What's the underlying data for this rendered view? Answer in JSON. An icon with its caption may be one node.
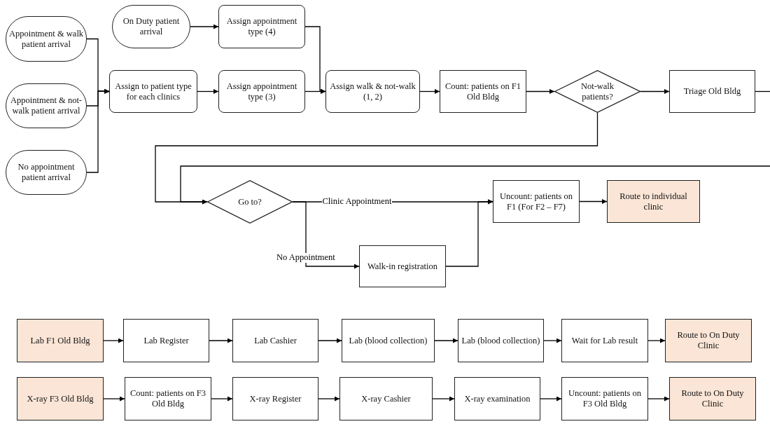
{
  "diagram": {
    "nodes": [
      {
        "text": [
          "Appointment & walk patient arrival"
        ]
      },
      {
        "text": [
          "Appointment & not-walk patient arrival"
        ]
      },
      {
        "text": [
          "No appointment patient arrival"
        ]
      },
      {
        "text": [
          "On Duty patient arrival"
        ]
      },
      {
        "text": [
          "Assign appointment type (4)"
        ]
      },
      {
        "text": [
          "Assign to patient type for each clinics"
        ]
      },
      {
        "text": [
          "Assign appointment type (3)"
        ]
      },
      {
        "text": [
          "Assign walk & not-walk (1, 2)"
        ]
      },
      {
        "text": [
          "Count: patients on F1 Old Bldg"
        ]
      },
      {
        "text": [
          "Not-walk patients?"
        ]
      },
      {
        "text": [
          "Triage Old Bldg"
        ]
      },
      {
        "text": [
          "Go to?"
        ]
      },
      {
        "text": [
          "Uncount: patients on F1 (For F2 – F7)"
        ]
      },
      {
        "text": [
          "Route to individual clinic"
        ]
      },
      {
        "text": [
          "Walk-in registration"
        ]
      },
      {
        "text": [
          "Lab F1 Old Bldg"
        ]
      },
      {
        "text": [
          "Lab Register"
        ]
      },
      {
        "text": [
          "Lab Cashier"
        ]
      },
      {
        "text": [
          "Lab (blood collection)"
        ]
      },
      {
        "text": [
          "Lab (blood collection)"
        ]
      },
      {
        "text": [
          "Wait for Lab result"
        ]
      },
      {
        "text": [
          "Route to On Duty Clinic"
        ]
      },
      {
        "text": [
          "X-ray F3 Old Bldg"
        ]
      },
      {
        "text": [
          "Count: patients on F3 Old Bldg"
        ]
      },
      {
        "text": [
          "X-ray Register"
        ]
      },
      {
        "text": [
          "X-ray Cashier"
        ]
      },
      {
        "text": [
          "X-ray examination"
        ]
      },
      {
        "text": [
          "Uncount: patients on F3 Old Bldg"
        ]
      },
      {
        "text": [
          "Route to On Duty Clinic"
        ]
      }
    ],
    "edges": [
      {
        "from": 0,
        "to": 5,
        "arrow": "to"
      },
      {
        "from": 1,
        "to": 5,
        "arrow": "to"
      },
      {
        "from": 2,
        "to": 5,
        "arrow": "to"
      },
      {
        "from": 3,
        "to": 4,
        "arrow": "to"
      },
      {
        "from": 5,
        "to": 6,
        "arrow": "to"
      },
      {
        "from": 4,
        "to": 7,
        "arrow": "to"
      },
      {
        "from": 6,
        "to": 7,
        "arrow": "to"
      },
      {
        "from": 7,
        "to": 8,
        "arrow": "to"
      },
      {
        "from": 8,
        "to": 9,
        "arrow": "to"
      },
      {
        "from": 9,
        "to": 10,
        "arrow": "to"
      },
      {
        "from": 10,
        "to": null,
        "arrow": "none"
      },
      {
        "from": 9,
        "to": 11,
        "arrow": "to"
      },
      {
        "from": null,
        "to": 11,
        "arrow": "to"
      },
      {
        "from": 11,
        "to": 12,
        "arrow": "to",
        "label": "Clinic Appointment"
      },
      {
        "from": 11,
        "to": 14,
        "arrow": "to",
        "label": "No Appointment"
      },
      {
        "from": 14,
        "to": 12,
        "arrow": "to"
      },
      {
        "from": 12,
        "to": 13,
        "arrow": "to"
      },
      {
        "from": 15,
        "to": 16,
        "arrow": "to"
      },
      {
        "from": 16,
        "to": 17,
        "arrow": "to"
      },
      {
        "from": 17,
        "to": 18,
        "arrow": "to"
      },
      {
        "from": 18,
        "to": 19,
        "arrow": "to"
      },
      {
        "from": 19,
        "to": 20,
        "arrow": "to"
      },
      {
        "from": 20,
        "to": 21,
        "arrow": "to"
      },
      {
        "from": 22,
        "to": 23,
        "arrow": "to"
      },
      {
        "from": 23,
        "to": 24,
        "arrow": "to"
      },
      {
        "from": 24,
        "to": 25,
        "arrow": "to"
      },
      {
        "from": 25,
        "to": 26,
        "arrow": "to"
      },
      {
        "from": 26,
        "to": 27,
        "arrow": "to"
      },
      {
        "from": 27,
        "to": 28,
        "arrow": "to"
      }
    ]
  }
}
